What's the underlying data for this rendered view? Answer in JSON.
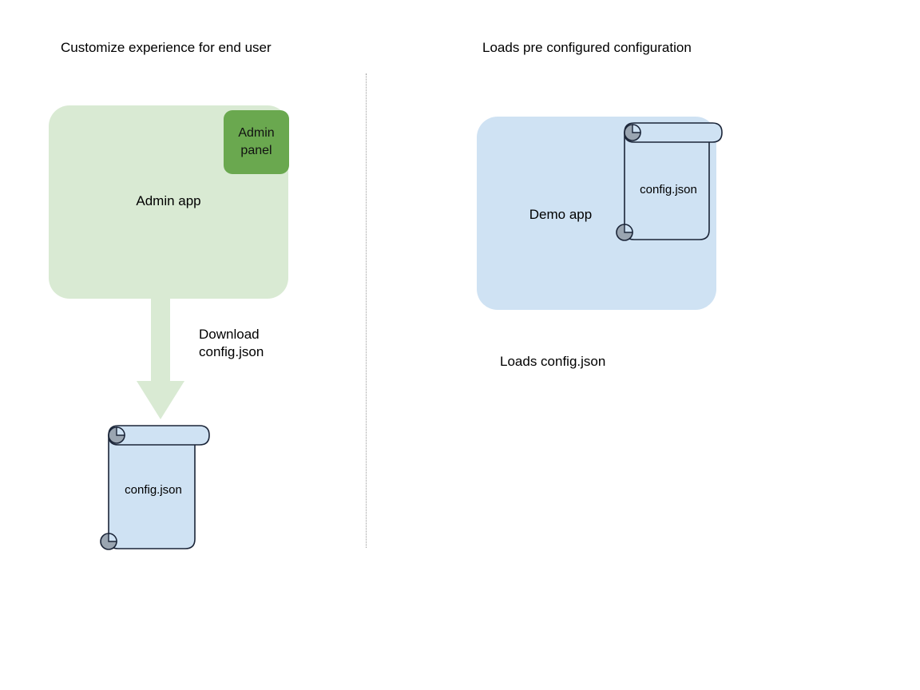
{
  "diagram": {
    "background": "#ffffff",
    "colors": {
      "green_light": "#d9ead3",
      "green_dark": "#6aa84f",
      "blue_light": "#cfe2f3",
      "outline": "#1b2538",
      "curl_grey": "#9aa5b1",
      "divider": "#9b9b9b"
    },
    "left_column": {
      "title": "Customize experience for end user",
      "app_card": {
        "label": "Admin app",
        "badge": "Admin panel"
      },
      "arrow": {
        "label_line1": "Download",
        "label_line2": "config.json",
        "direction": "down"
      },
      "document": {
        "label": "config.json"
      }
    },
    "right_column": {
      "title": "Loads pre configured configuration",
      "app_card": {
        "label": "Demo app"
      },
      "document": {
        "label": "config.json"
      },
      "caption": "Loads config.json"
    }
  }
}
